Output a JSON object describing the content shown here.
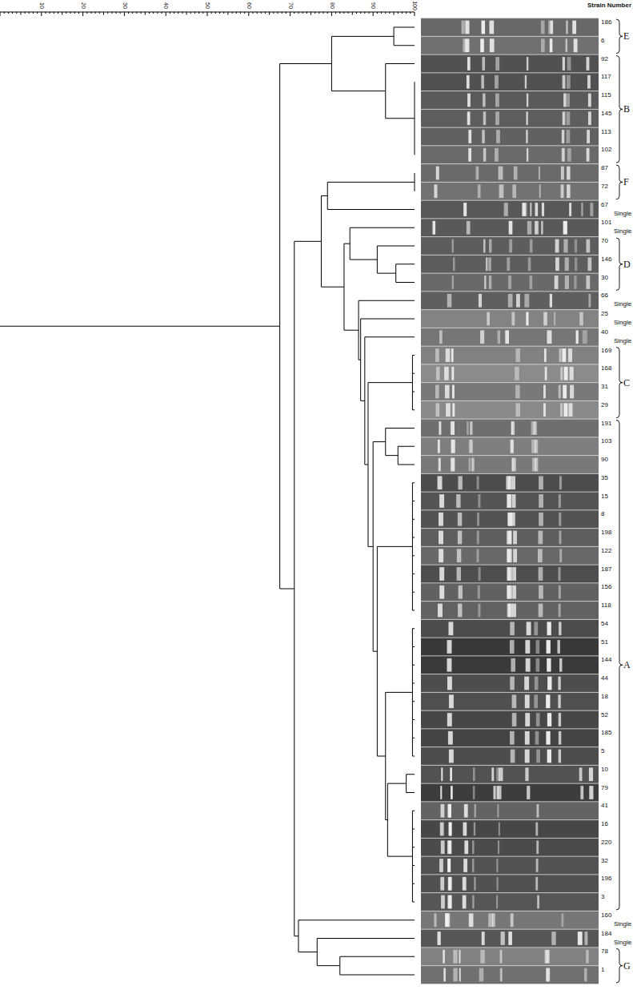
{
  "diagram": {
    "labels": [
      "10",
      "20",
      "30",
      "40",
      "50",
      "60",
      "70",
      "80",
      "90",
      "100",
      "Strain Number",
      "186",
      "6",
      "92",
      "117",
      "115",
      "145",
      "113",
      "102",
      "87",
      "72",
      "67",
      "101",
      "70",
      "146",
      "30",
      "66",
      "25",
      "40",
      "169",
      "168",
      "31",
      "29",
      "191",
      "103",
      "90",
      "35",
      "15",
      "8",
      "198",
      "122",
      "187",
      "156",
      "118",
      "54",
      "51",
      "144",
      "44",
      "18",
      "52",
      "185",
      "5",
      "10",
      "79",
      "41",
      "16",
      "220",
      "32",
      "196",
      "3",
      "160",
      "184",
      "78",
      "1",
      "E",
      "B",
      "F",
      "Single",
      "Single",
      "D",
      "Single",
      "Single",
      "Single",
      "C",
      "A",
      "Single",
      "Single",
      "G"
    ]
  }
}
